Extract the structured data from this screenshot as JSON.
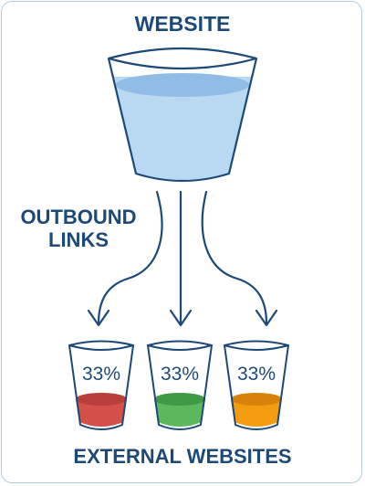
{
  "title": "WEBSITE",
  "arrow_label": [
    "OUTBOUND",
    "LINKS"
  ],
  "footer": "EXTERNAL WEBSITES",
  "cups": [
    {
      "percent_label": "33%",
      "fill_color": "#d6504a",
      "fill_top": "#b93f3b"
    },
    {
      "percent_label": "33%",
      "fill_color": "#5cb85c",
      "fill_top": "#3e9a45"
    },
    {
      "percent_label": "33%",
      "fill_color": "#f39c12",
      "fill_top": "#d9820b"
    }
  ],
  "colors": {
    "text": "#1c4a78",
    "glass_stroke": "#1c4a78",
    "water": "#b9d8f2",
    "water_surface": "#8fbde6",
    "border": "#aecbe0"
  }
}
